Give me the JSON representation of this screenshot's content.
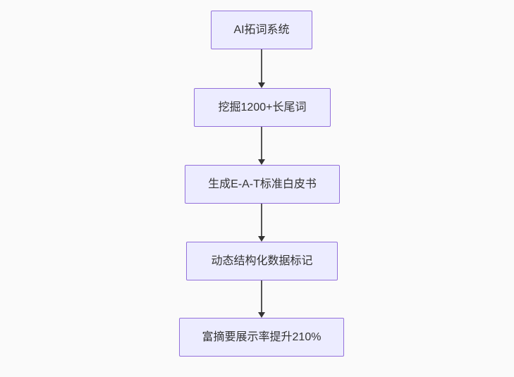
{
  "diagram": {
    "type": "flowchart",
    "direction": "top-down",
    "nodes": [
      {
        "label": "AI拓词系统"
      },
      {
        "label": "挖掘1200+长尾词"
      },
      {
        "label": "生成E-A-T标准白皮书"
      },
      {
        "label": "动态结构化数据标记"
      },
      {
        "label": "富摘要展示率提升210%"
      }
    ],
    "edges": [
      {
        "from": 0,
        "to": 1,
        "arrow": "down"
      },
      {
        "from": 1,
        "to": 2,
        "arrow": "down"
      },
      {
        "from": 2,
        "to": 3,
        "arrow": "down"
      },
      {
        "from": 3,
        "to": 4,
        "arrow": "down"
      }
    ],
    "colors": {
      "node_fill": "#ECECFF",
      "node_border": "#9370DB",
      "edge_line": "#555555",
      "arrowhead": "#333333",
      "text": "#333333",
      "background": "#FAFAFA"
    }
  }
}
